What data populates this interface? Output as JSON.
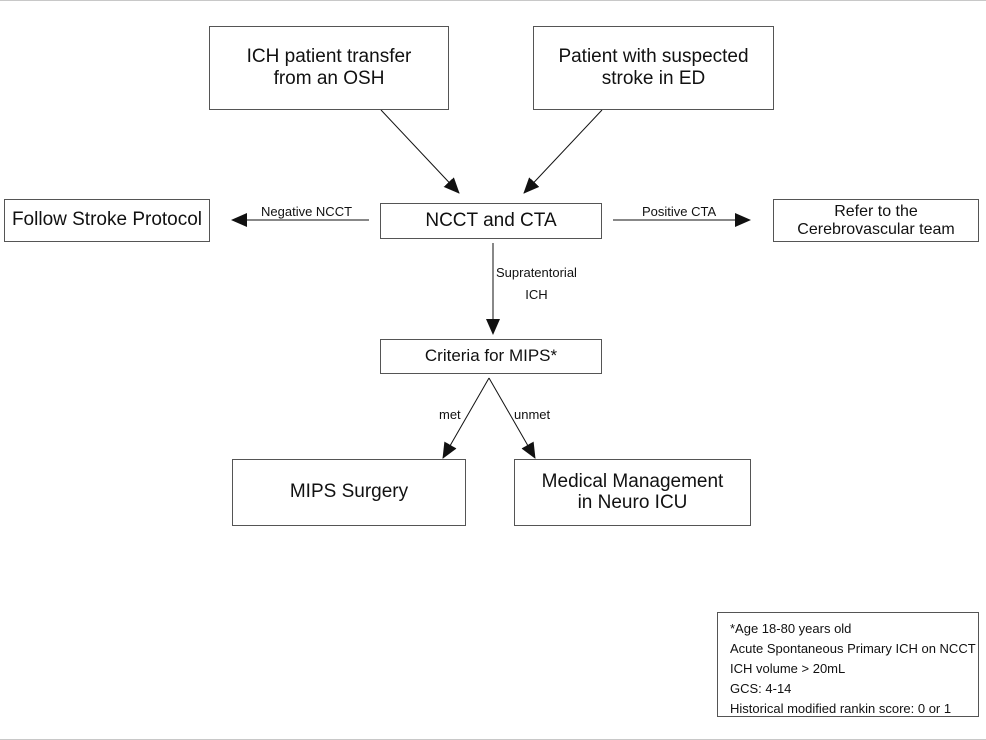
{
  "nodes": {
    "osh_transfer": "ICH patient transfer\nfrom an OSH",
    "ed_stroke": "Patient with suspected\nstroke in ED",
    "follow_protocol": "Follow Stroke Protocol",
    "ncct_cta": "NCCT and CTA",
    "refer_team": "Refer to the\nCerebrovascular team",
    "criteria_mips": "Criteria for MIPS*",
    "mips_surgery": "MIPS Surgery",
    "medical_management": "Medical Management\nin Neuro ICU"
  },
  "edges": {
    "negative_ncct": "Negative NCCT",
    "positive_cta": "Positive CTA",
    "supratentorial": "Supratentorial\nICH",
    "met": "met",
    "unmet": "unmet"
  },
  "criteria": [
    "*Age 18-80 years old",
    "Acute Spontaneous Primary ICH on NCCT",
    "ICH volume > 20mL",
    "GCS: 4-14",
    "Historical modified rankin score: 0 or 1"
  ],
  "colors": {
    "border": "#555555",
    "arrow": "#111111",
    "text": "#111111"
  }
}
